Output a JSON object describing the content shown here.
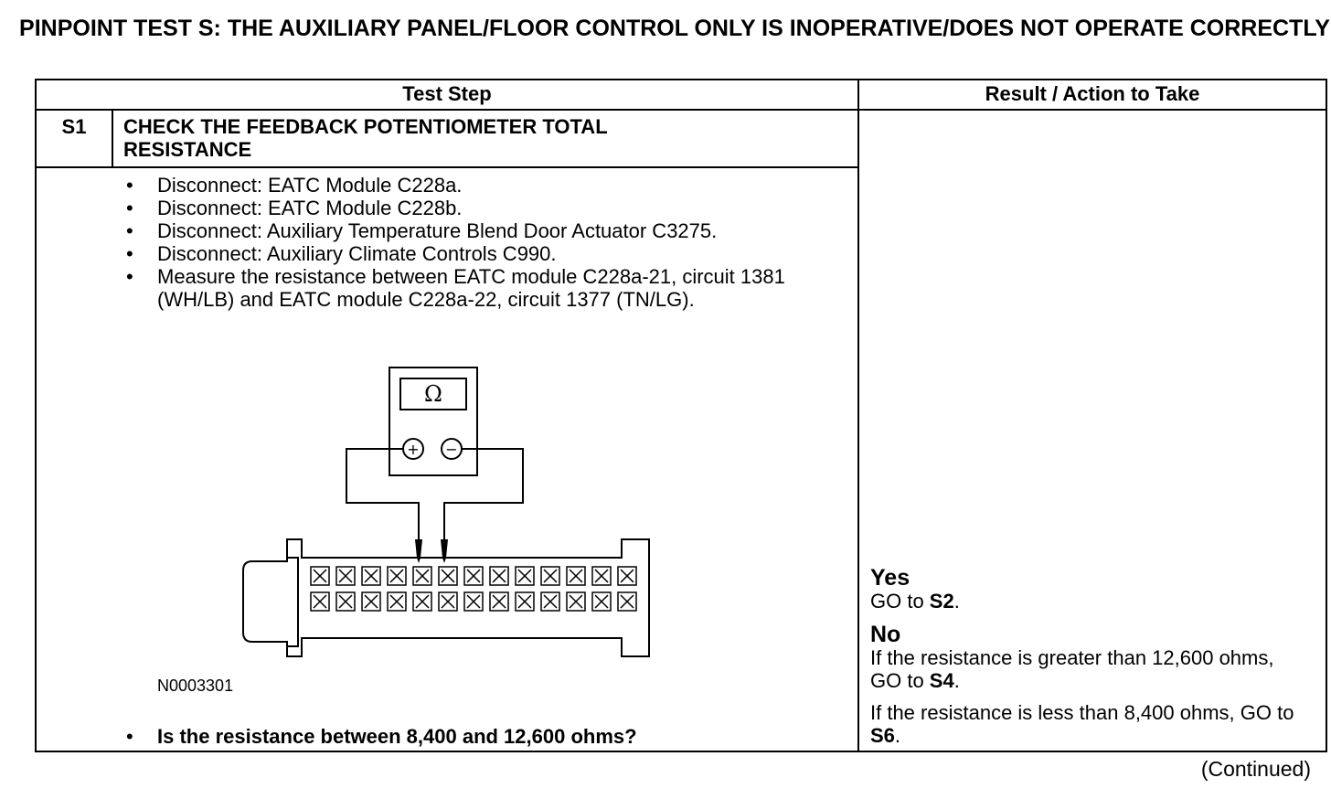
{
  "title": "PINPOINT TEST  S: THE AUXILIARY PANEL/FLOOR CONTROL ONLY IS INOPERATIVE/DOES NOT OPERATE CORRECTLY",
  "headers": {
    "test_step": "Test Step",
    "result_action": "Result / Action to Take"
  },
  "step": {
    "id": "S1",
    "title": "CHECK THE FEEDBACK POTENTIOMETER TOTAL RESISTANCE",
    "bullets": [
      "Disconnect: EATC Module C228a.",
      "Disconnect: EATC Module C228b.",
      "Disconnect: Auxiliary Temperature Blend Door Actuator C3275.",
      "Disconnect: Auxiliary Climate Controls C990.",
      "Measure the resistance between EATC module C228a-21, circuit 1381 (WH/LB) and EATC module C228a-22, circuit 1377 (TN/LG)."
    ],
    "figure_id": "N0003301",
    "meter_symbol": "Ω",
    "plus_symbol": "+",
    "minus_symbol": "−",
    "question": "Is the resistance between 8,400 and 12,600 ohms?"
  },
  "result": {
    "yes_label": "Yes",
    "yes_action_text": "GO to ",
    "yes_action_target": "S2",
    "no_label": "No",
    "no_action1_text": "If the resistance is greater than 12,600 ohms, GO to ",
    "no_action1_target": "S4",
    "no_action2_text": "If the resistance is less than 8,400 ohms, GO to ",
    "no_action2_target": "S6",
    "period": "."
  },
  "continued": "(Continued)"
}
